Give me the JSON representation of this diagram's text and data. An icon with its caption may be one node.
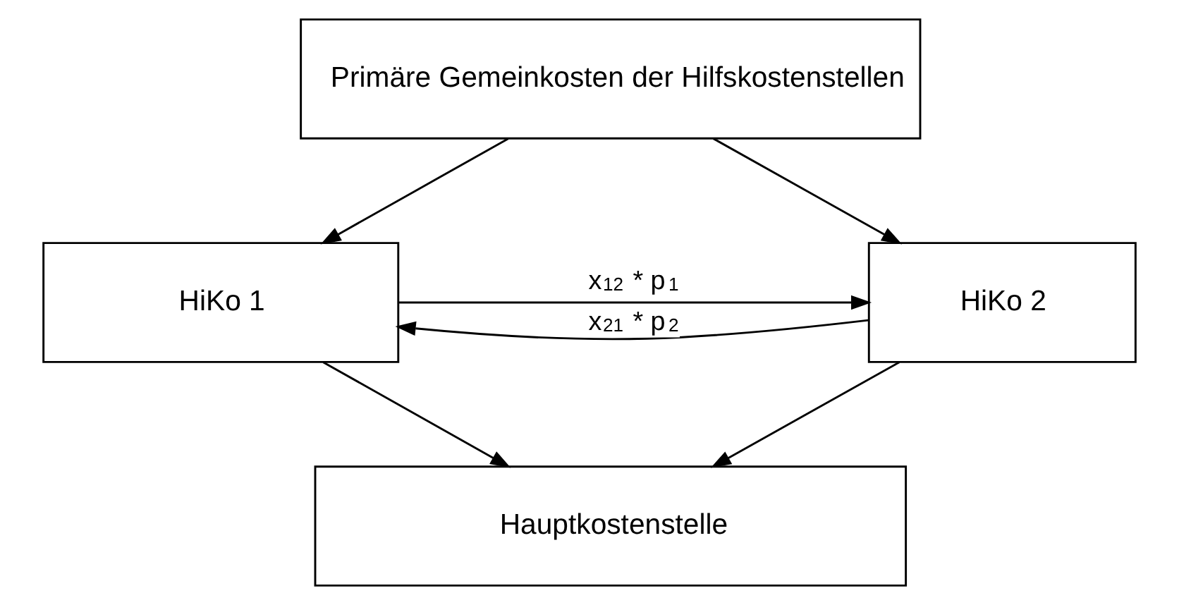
{
  "diagram": {
    "nodes": [
      {
        "text": [
          "Primäre Gemeinkosten der Hilfskostenstellen"
        ]
      },
      {
        "text": [
          "HiKo 1"
        ]
      },
      {
        "text": [
          "HiKo 2"
        ]
      },
      {
        "text": [
          "Hauptkostenstelle"
        ]
      }
    ],
    "edges": [
      {
        "from": 0,
        "to": 1,
        "arrow": "to"
      },
      {
        "from": 0,
        "to": 2,
        "arrow": "to"
      },
      {
        "from": 1,
        "to": 2,
        "arrow": "to",
        "label": "x$_{12}$ * p$_{1}$"
      },
      {
        "from": 2,
        "to": 1,
        "arrow": "to",
        "label": "x$_{21}$ * p$_{2}$"
      },
      {
        "from": 1,
        "to": 3,
        "arrow": "to"
      },
      {
        "from": 2,
        "to": 3,
        "arrow": "to"
      }
    ]
  }
}
